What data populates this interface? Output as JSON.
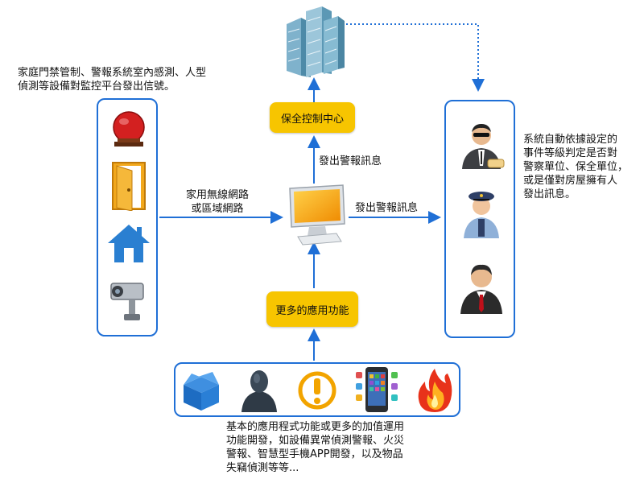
{
  "left_caption": [
    "家庭門禁管制、警報系統室內感測、人型",
    "偵測等設備對監控平台發出信號。"
  ],
  "right_caption": [
    "系統自動依據設定的",
    "事件等級判定是否對",
    "警察單位、保全單位，",
    "或是僅對房屋擁有人",
    "發出訊息。"
  ],
  "bottom_caption": [
    "基本的應用程式功能或更多的加值運用",
    "功能開發，如設備異常偵測警報、火災",
    "警報、智慧型手機APP開發，以及物品",
    "失竊偵測等等..."
  ],
  "security_center_label": "保全控制中心",
  "more_functions_label": "更多的應用功能",
  "arrow_labels": {
    "network": [
      "家用無線網路",
      "或區域網路"
    ],
    "send_up": "發出警報訊息",
    "send_right": "發出警報訊息"
  },
  "colors": {
    "accent": "#1f6fd6",
    "yellow": "#f7c500"
  },
  "icons": {
    "left_panel": [
      "alarm-bell-icon",
      "door-icon",
      "home-icon",
      "security-camera-icon"
    ],
    "right_panel": [
      "security-guard-icon",
      "police-officer-icon",
      "homeowner-icon"
    ],
    "bottom_panel": [
      "package-box-icon",
      "person-silhouette-icon",
      "alert-icon",
      "smartphone-apps-icon",
      "fire-icon"
    ],
    "top": "building-icon",
    "center": "monitor-icon"
  }
}
